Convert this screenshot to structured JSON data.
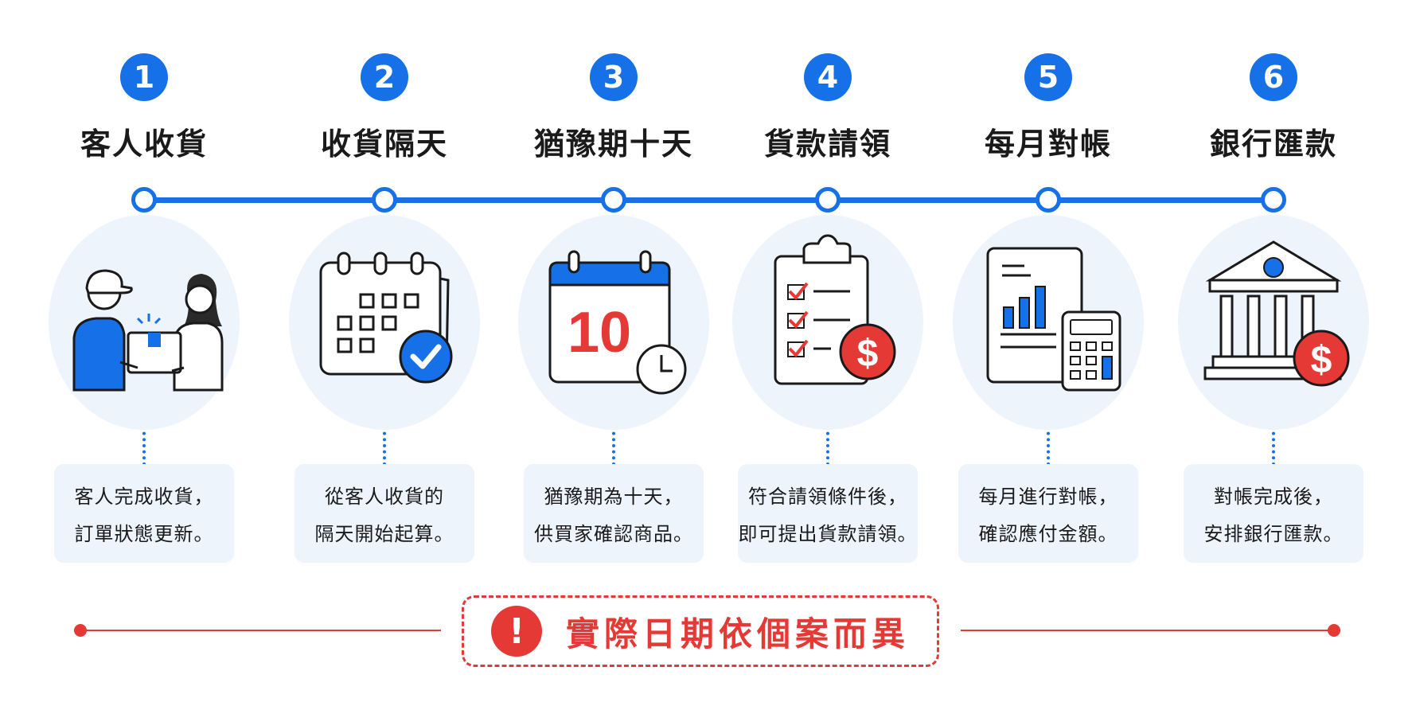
{
  "steps": [
    {
      "number": "1",
      "title": "客人收貨",
      "icon": "delivery-handover-icon",
      "desc": [
        "客人完成收貨，",
        "訂單狀態更新。"
      ]
    },
    {
      "number": "2",
      "title": "收貨隔天",
      "icon": "calendar-check-icon",
      "desc": [
        "從客人收貨的",
        "隔天開始起算。"
      ]
    },
    {
      "number": "3",
      "title": "猶豫期十天",
      "icon": "calendar-10-days-icon",
      "icon_text": "10",
      "desc": [
        "猶豫期為十天，",
        "供買家確認商品。"
      ]
    },
    {
      "number": "4",
      "title": "貨款請領",
      "icon": "clipboard-dollar-icon",
      "desc": [
        "符合請領條件後，",
        "即可提出貨款請領。"
      ]
    },
    {
      "number": "5",
      "title": "每月對帳",
      "icon": "report-calculator-icon",
      "desc": [
        "每月進行對帳，",
        "確認應付金額。"
      ]
    },
    {
      "number": "6",
      "title": "銀行匯款",
      "icon": "bank-dollar-icon",
      "desc": [
        "對帳完成後，",
        "安排銀行匯款。"
      ]
    }
  ],
  "notice": {
    "icon_text": "!",
    "text": "實際日期依個案而異"
  },
  "colors": {
    "accent": "#1670e8",
    "warning": "#e53935",
    "icon_bg": "#eef4fc"
  }
}
